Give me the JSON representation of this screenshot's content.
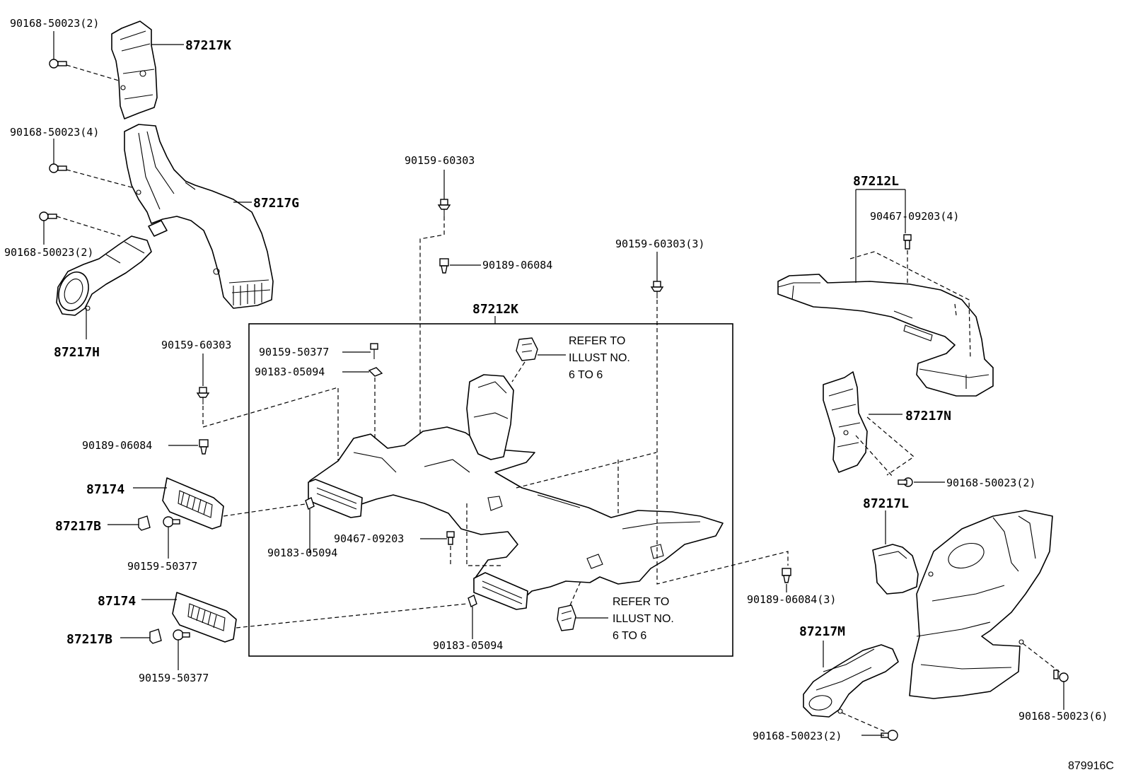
{
  "diagram_code": "879916C",
  "labels": {
    "k_bolt2": "90168-50023(2)",
    "p87217K": "87217K",
    "k_bolt4": "90168-50023(4)",
    "p87217G": "87217G",
    "h_bolt2": "90168-50023(2)",
    "p87217H": "87217H",
    "top_screw": "90159-60303",
    "top_clip": "90189-06084",
    "p87212K": "87212K",
    "screw_50377_in": "90159-50377",
    "nut_05094_in": "90183-05094",
    "left_screw": "90159-60303",
    "left_clip": "90189-06084",
    "p87174_a": "87174",
    "p87217B_a": "87217B",
    "screw_50377_a": "90159-50377",
    "nut_05094_left": "90183-05094",
    "clip_09203_mid": "90467-09203",
    "p87174_b": "87174",
    "p87217B_b": "87217B",
    "screw_50377_b": "90159-50377",
    "nut_05094_bottom": "90183-05094",
    "screw_60303_3": "90159-60303(3)",
    "clip_06084_3": "90189-06084(3)",
    "p87212L": "87212L",
    "clip_09203_4": "90467-09203(4)",
    "p87217N": "87217N",
    "n_bolt2": "90168-50023(2)",
    "p87217L": "87217L",
    "p87217M": "87217M",
    "m_bolt6": "90168-50023(6)",
    "m_bolt2": "90168-50023(2)"
  },
  "refer_top": [
    "REFER TO",
    "ILLUST NO.",
    "6 TO 6"
  ],
  "refer_bottom": [
    "REFER TO",
    "ILLUST NO.",
    "6 TO 6"
  ]
}
